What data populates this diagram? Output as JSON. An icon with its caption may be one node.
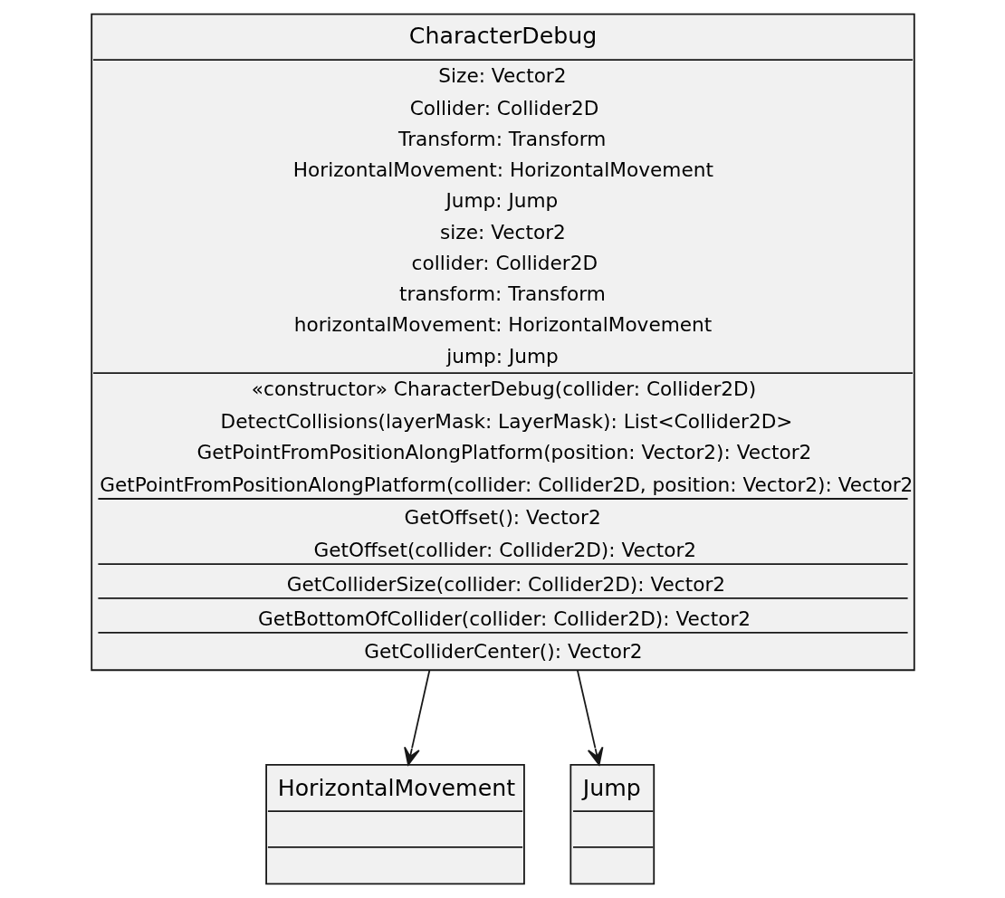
{
  "diagram": {
    "nodes": [
      {
        "text": [
          "CharacterDebug",
          "Size: Vector2",
          "Collider: Collider2D",
          "Transform: Transform",
          "HorizontalMovement: HorizontalMovement",
          "Jump: Jump",
          "size: Vector2",
          "collider: Collider2D",
          "transform: Transform",
          "horizontalMovement: HorizontalMovement",
          "jump: Jump",
          "«constructor» CharacterDebug(collider: Collider2D)",
          "DetectCollisions(layerMask: LayerMask): List<Collider2D>",
          "GetPointFromPositionAlongPlatform(position: Vector2): Vector2",
          "GetPointFromPositionAlongPlatform(collider: Collider2D, position: Vector2): Vector2",
          "GetOffset(): Vector2",
          "GetOffset(collider: Collider2D): Vector2",
          "GetColliderSize(collider: Collider2D): Vector2",
          "GetBottomOfCollider(collider: Collider2D): Vector2",
          "GetColliderCenter(): Vector2"
        ]
      },
      {
        "text": [
          "HorizontalMovement"
        ]
      },
      {
        "text": [
          "Jump"
        ]
      }
    ],
    "edges": [
      {
        "from": 0,
        "to": 1,
        "arrow": "to"
      },
      {
        "from": 0,
        "to": 2,
        "arrow": "to"
      }
    ]
  }
}
